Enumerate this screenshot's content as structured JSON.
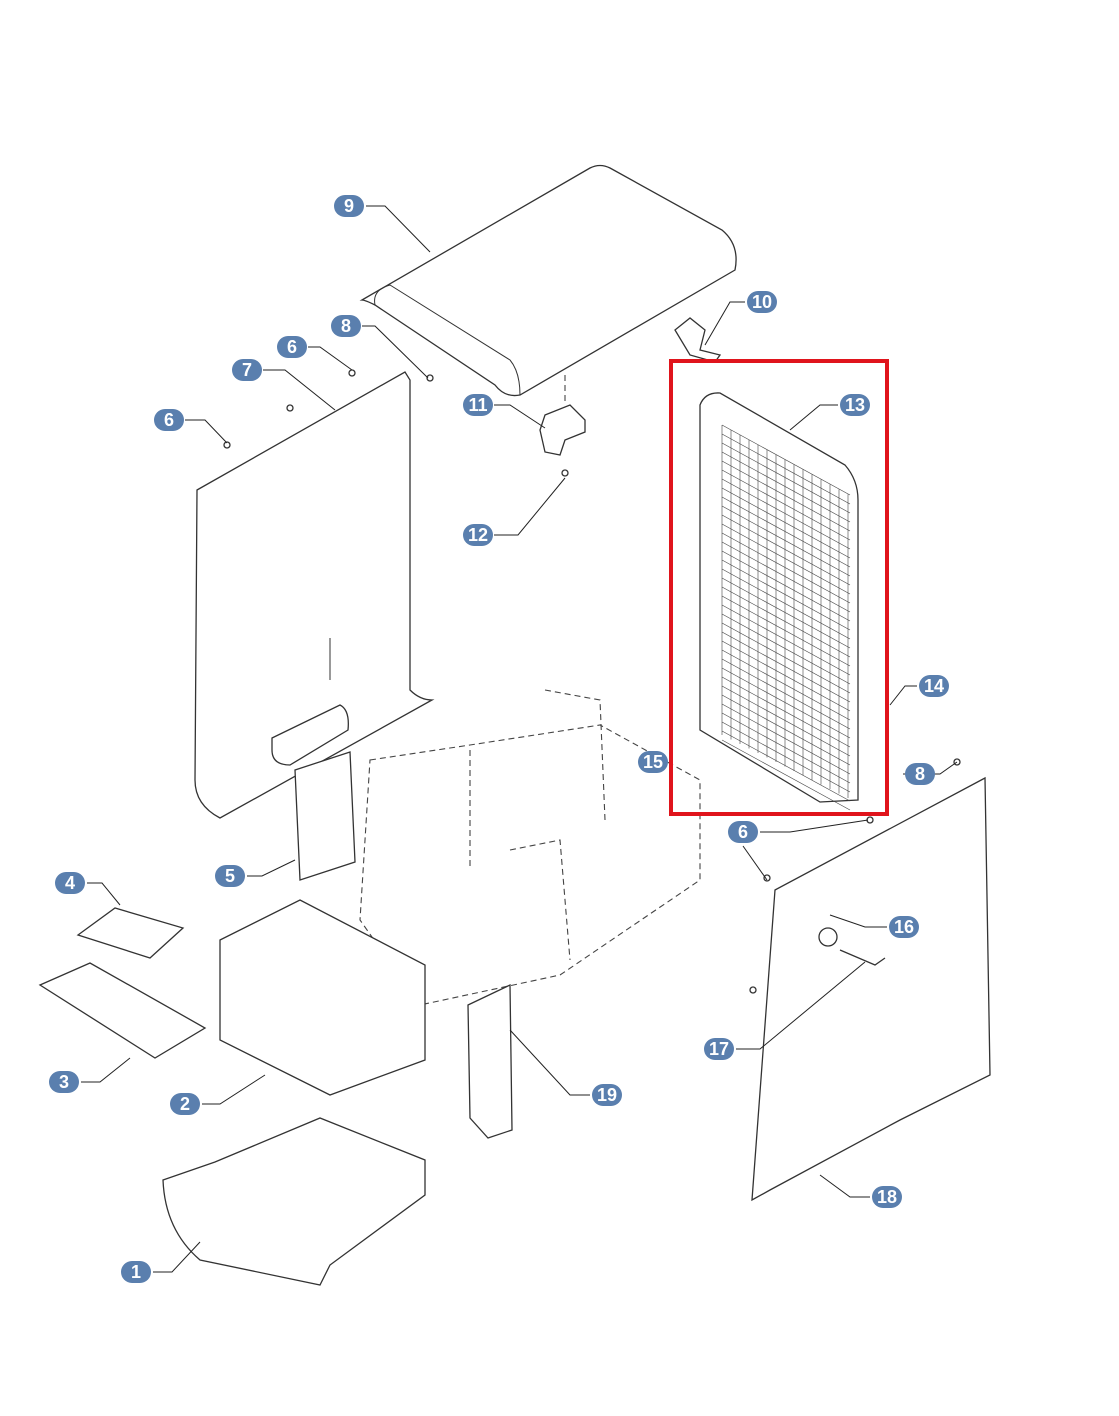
{
  "diagram": {
    "accent_color": "#5a7fae",
    "highlight_color": "#e0141c",
    "callouts": [
      {
        "id": "part-9",
        "label": "9"
      },
      {
        "id": "part-10",
        "label": "10"
      },
      {
        "id": "part-8-top",
        "label": "8"
      },
      {
        "id": "part-6-top",
        "label": "6"
      },
      {
        "id": "part-7",
        "label": "7"
      },
      {
        "id": "part-6-left",
        "label": "6"
      },
      {
        "id": "part-11",
        "label": "11"
      },
      {
        "id": "part-13",
        "label": "13"
      },
      {
        "id": "part-12",
        "label": "12"
      },
      {
        "id": "part-14",
        "label": "14"
      },
      {
        "id": "part-15",
        "label": "15"
      },
      {
        "id": "part-8-right",
        "label": "8"
      },
      {
        "id": "part-6-right",
        "label": "6"
      },
      {
        "id": "part-5",
        "label": "5"
      },
      {
        "id": "part-4",
        "label": "4"
      },
      {
        "id": "part-16",
        "label": "16"
      },
      {
        "id": "part-17",
        "label": "17"
      },
      {
        "id": "part-3",
        "label": "3"
      },
      {
        "id": "part-2",
        "label": "2"
      },
      {
        "id": "part-19",
        "label": "19"
      },
      {
        "id": "part-18",
        "label": "18"
      },
      {
        "id": "part-1",
        "label": "1"
      }
    ]
  }
}
